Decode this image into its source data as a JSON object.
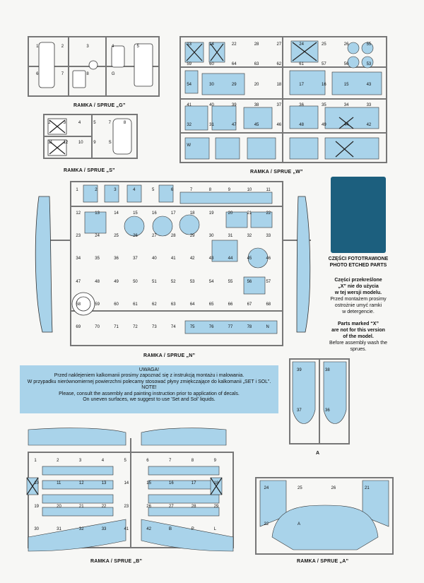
{
  "sprue_labels": {
    "G": "RAMKA / SPRUE „G”",
    "S": "RAMKA / SPRUE „S”",
    "W": "RAMKA / SPRUE „W”",
    "N": "RAMKA / SPRUE „N”",
    "B": "RAMKA / SPRUE „B”",
    "A": "RAMKA / SPRUE „A”",
    "A_small": "A"
  },
  "etched": {
    "line1": "CZĘŚCI FOTOTRAWIONE",
    "line2": "PHOTO ETCHED PARTS"
  },
  "parts_note": {
    "pl_bold_1": "Części przekreślone",
    "pl_bold_2": "„X” nie do użycia",
    "pl_bold_3": "w tej wersji modelu.",
    "pl_1": "Przed montażem prosimy",
    "pl_2": "ostrożnie umyć ramki",
    "pl_3": "w detergencie.",
    "en_bold_1": "Parts marked “X”",
    "en_bold_2": "are not for this version",
    "en_bold_3": "of the model.",
    "en_1": "Before assembly wash the",
    "en_2": "sprues."
  },
  "notice": {
    "heading_pl": "UWAGA!",
    "pl_1": "Przed naklejeniem kalkomanii prosimy zapoznać się z instrukcją montażu i malowania.",
    "pl_2": "W przypadku nierównomiernej powierzchni polecamy stosować płyny zmiękczające do kalkomanii „SET i SOL”.",
    "heading_en": "NOTE!",
    "en_1": "Please, consult the assembly and painting instruction prior to application of decals.",
    "en_2": "On uneven surfaces, we suggest to use 'Set and Sol' liquids."
  },
  "part_numbers": {
    "g": [
      "1",
      "2",
      "3",
      "4",
      "5",
      "6",
      "7",
      "8",
      "G"
    ],
    "s": [
      "2",
      "3",
      "4",
      "5",
      "7",
      "8",
      "11",
      "12",
      "10",
      "9",
      "S"
    ],
    "w": [
      "13",
      "14",
      "22",
      "28",
      "27",
      "24",
      "25",
      "26",
      "55",
      "59",
      "60",
      "64",
      "63",
      "62",
      "61",
      "57",
      "56",
      "53",
      "54",
      "30",
      "29",
      "20",
      "18",
      "17",
      "16",
      "15",
      "43",
      "41",
      "40",
      "39",
      "38",
      "37",
      "36",
      "35",
      "34",
      "33",
      "32",
      "31",
      "47",
      "45",
      "46",
      "48",
      "49",
      "44",
      "42",
      "W"
    ],
    "n": [
      "1",
      "2",
      "3",
      "4",
      "5",
      "6",
      "7",
      "8",
      "9",
      "10",
      "11",
      "12",
      "13",
      "14",
      "15",
      "16",
      "17",
      "18",
      "19",
      "20",
      "21",
      "22",
      "23",
      "24",
      "25",
      "26",
      "27",
      "28",
      "29",
      "30",
      "31",
      "32",
      "33",
      "34",
      "35",
      "36",
      "37",
      "40",
      "41",
      "42",
      "43",
      "44",
      "45",
      "46",
      "47",
      "48",
      "49",
      "50",
      "51",
      "52",
      "53",
      "54",
      "55",
      "56",
      "57",
      "58",
      "59",
      "60",
      "61",
      "62",
      "63",
      "64",
      "65",
      "66",
      "67",
      "68",
      "69",
      "70",
      "71",
      "72",
      "73",
      "74",
      "75",
      "76",
      "77",
      "78",
      "N"
    ],
    "b": [
      "1",
      "2",
      "3",
      "4",
      "5",
      "6",
      "7",
      "8",
      "9",
      "10",
      "11",
      "12",
      "13",
      "14",
      "15",
      "16",
      "17",
      "18",
      "19",
      "20",
      "21",
      "22",
      "23",
      "26",
      "27",
      "28",
      "29",
      "30",
      "31",
      "32",
      "33",
      "41",
      "42",
      "B",
      "P",
      "L"
    ],
    "a": [
      "24",
      "25",
      "26",
      "21",
      "22",
      "A"
    ],
    "a_small": [
      "39",
      "38",
      "37",
      "36"
    ]
  }
}
